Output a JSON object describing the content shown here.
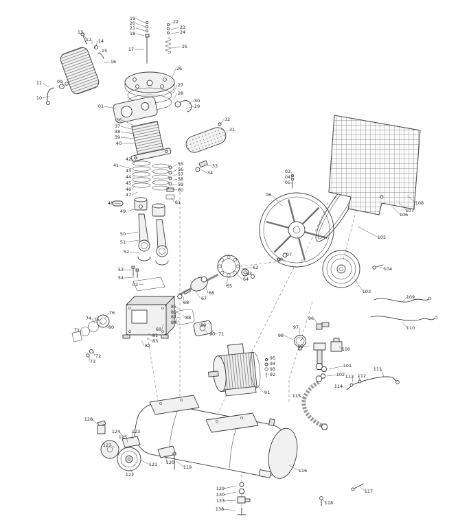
{
  "diagram": {
    "kind": "exploded-parts-diagram",
    "subject": "belt-driven air compressor"
  },
  "colors": {
    "line": "#3a3a3a",
    "label": "#222222",
    "dash": "#8a8a8a",
    "leader": "#555555",
    "background": "#ffffff"
  },
  "callouts": [
    [
      "13",
      117,
      47,
      126,
      60
    ],
    [
      "12",
      129,
      58,
      134,
      65
    ],
    [
      "14",
      147,
      60,
      139,
      70
    ],
    [
      "15",
      152,
      74,
      143,
      79
    ],
    [
      "16",
      165,
      90,
      151,
      92
    ],
    [
      "11",
      57,
      121,
      71,
      127
    ],
    [
      "09",
      87,
      119,
      90,
      127
    ],
    [
      "10",
      57,
      143,
      71,
      140
    ],
    [
      "19",
      193,
      27,
      211,
      33
    ],
    [
      "20",
      193,
      34,
      211,
      39
    ],
    [
      "21",
      193,
      41,
      211,
      45
    ],
    [
      "18",
      193,
      49,
      210,
      52
    ],
    [
      "17",
      191,
      72,
      210,
      72
    ],
    [
      "22",
      256,
      32,
      247,
      37
    ],
    [
      "23",
      266,
      40,
      249,
      43
    ],
    [
      "24",
      266,
      47,
      249,
      49
    ],
    [
      "25",
      269,
      68,
      250,
      70
    ],
    [
      "26",
      261,
      100,
      251,
      112
    ],
    [
      "27",
      263,
      124,
      252,
      136
    ],
    [
      "28",
      263,
      136,
      252,
      146
    ],
    [
      "01",
      147,
      155,
      169,
      158
    ],
    [
      "30",
      287,
      147,
      273,
      152
    ],
    [
      "29",
      287,
      155,
      271,
      158
    ],
    [
      "36",
      173,
      175,
      195,
      183
    ],
    [
      "37",
      171,
      184,
      195,
      189
    ],
    [
      "38",
      171,
      192,
      195,
      195
    ],
    [
      "39",
      171,
      200,
      195,
      202
    ],
    [
      "40",
      173,
      209,
      196,
      209
    ],
    [
      "32",
      331,
      174,
      321,
      181
    ],
    [
      "31",
      338,
      189,
      327,
      196
    ],
    [
      "33",
      313,
      242,
      300,
      240
    ],
    [
      "34",
      306,
      252,
      293,
      247
    ],
    [
      "42",
      187,
      232,
      197,
      238
    ],
    [
      "41",
      169,
      241,
      192,
      246
    ],
    [
      "43",
      187,
      249,
      196,
      251
    ],
    [
      "44",
      187,
      258,
      196,
      258
    ],
    [
      "45",
      187,
      267,
      196,
      264
    ],
    [
      "46",
      187,
      276,
      197,
      271
    ],
    [
      "47",
      187,
      284,
      200,
      280
    ],
    [
      "48",
      161,
      296,
      176,
      297
    ],
    [
      "49",
      179,
      308,
      195,
      305
    ],
    [
      "55",
      263,
      239,
      251,
      244
    ],
    [
      "56",
      263,
      247,
      251,
      251
    ],
    [
      "57",
      263,
      254,
      251,
      257
    ],
    [
      "58",
      263,
      261,
      251,
      263
    ],
    [
      "59",
      263,
      269,
      251,
      269
    ],
    [
      "60",
      263,
      277,
      250,
      276
    ],
    [
      "61",
      259,
      295,
      249,
      288
    ],
    [
      "50",
      179,
      341,
      201,
      338
    ],
    [
      "51",
      179,
      353,
      202,
      350
    ],
    [
      "52",
      184,
      367,
      202,
      368
    ],
    [
      "53",
      176,
      393,
      192,
      394
    ],
    [
      "54",
      176,
      405,
      196,
      404
    ],
    [
      "02",
      197,
      415,
      209,
      414
    ],
    [
      "62",
      372,
      390,
      352,
      392
    ],
    [
      "63",
      363,
      399,
      353,
      397
    ],
    [
      "64",
      358,
      407,
      345,
      400
    ],
    [
      "65",
      334,
      417,
      332,
      406
    ],
    [
      "66",
      308,
      427,
      300,
      417
    ],
    [
      "67",
      297,
      435,
      285,
      425
    ],
    [
      "68",
      271,
      441,
      268,
      433
    ],
    [
      "69",
      231,
      480,
      238,
      472
    ],
    [
      "85",
      253,
      447,
      261,
      452
    ],
    [
      "86",
      253,
      455,
      261,
      458
    ],
    [
      "87",
      253,
      462,
      261,
      463
    ],
    [
      "84",
      253,
      470,
      261,
      468
    ],
    [
      "88",
      274,
      463,
      267,
      459
    ],
    [
      "89",
      296,
      474,
      290,
      472
    ],
    [
      "90",
      309,
      487,
      298,
      481
    ],
    [
      "71",
      322,
      487,
      307,
      482
    ],
    [
      "76",
      163,
      456,
      153,
      464
    ],
    [
      "74",
      129,
      464,
      138,
      471
    ],
    [
      "75",
      141,
      466,
      145,
      472
    ],
    [
      "71",
      112,
      481,
      121,
      484
    ],
    [
      "80",
      162,
      477,
      154,
      479
    ],
    [
      "72",
      143,
      519,
      136,
      512
    ],
    [
      "73",
      135,
      527,
      130,
      517
    ],
    [
      "81",
      226,
      489,
      216,
      486
    ],
    [
      "82",
      215,
      504,
      206,
      496
    ],
    [
      "83",
      226,
      497,
      214,
      492
    ],
    [
      "06",
      391,
      284,
      411,
      300
    ],
    [
      "03",
      419,
      250,
      427,
      257
    ],
    [
      "04",
      419,
      258,
      427,
      262
    ],
    [
      "05",
      419,
      266,
      426,
      269
    ],
    [
      "07",
      421,
      371,
      415,
      372
    ],
    [
      "08",
      408,
      378,
      404,
      377
    ],
    [
      "105",
      556,
      346,
      521,
      330
    ],
    [
      "106",
      588,
      313,
      570,
      300
    ],
    [
      "107",
      597,
      307,
      581,
      295
    ],
    [
      "108",
      611,
      296,
      593,
      285
    ],
    [
      "103",
      534,
      425,
      516,
      406
    ],
    [
      "104",
      565,
      392,
      553,
      389
    ],
    [
      "109",
      598,
      433,
      586,
      440
    ],
    [
      "110",
      598,
      478,
      586,
      470
    ],
    [
      "91",
      389,
      572,
      373,
      560
    ],
    [
      "95",
      397,
      522,
      390,
      524
    ],
    [
      "94",
      397,
      530,
      390,
      531
    ],
    [
      "93",
      397,
      538,
      390,
      538
    ],
    [
      "92",
      397,
      546,
      390,
      545
    ],
    [
      "98",
      409,
      489,
      427,
      495
    ],
    [
      "96",
      453,
      464,
      462,
      472
    ],
    [
      "97",
      431,
      477,
      436,
      488
    ],
    [
      "99",
      438,
      505,
      451,
      504
    ],
    [
      "100",
      504,
      509,
      493,
      505
    ],
    [
      "101",
      506,
      533,
      479,
      538
    ],
    [
      "102",
      496,
      546,
      476,
      548
    ],
    [
      "111",
      550,
      538,
      559,
      549
    ],
    [
      "112",
      527,
      548,
      524,
      554
    ],
    [
      "113",
      509,
      549,
      513,
      557
    ],
    [
      "114",
      493,
      563,
      502,
      566
    ],
    [
      "115",
      432,
      577,
      445,
      583
    ],
    [
      "116",
      441,
      686,
      421,
      678
    ],
    [
      "117",
      537,
      716,
      525,
      710
    ],
    [
      "118",
      479,
      733,
      470,
      728
    ],
    [
      "119",
      273,
      681,
      257,
      672
    ],
    [
      "120",
      248,
      674,
      241,
      663
    ],
    [
      "121",
      223,
      677,
      206,
      671
    ],
    [
      "122",
      189,
      692,
      190,
      683
    ],
    [
      "123",
      198,
      629,
      193,
      640
    ],
    [
      "124",
      169,
      629,
      181,
      640
    ],
    [
      "125",
      179,
      637,
      186,
      645
    ],
    [
      "127",
      156,
      649,
      167,
      652
    ],
    [
      "128",
      129,
      611,
      142,
      618
    ],
    [
      "129",
      321,
      712,
      344,
      708
    ],
    [
      "130",
      321,
      721,
      344,
      717
    ],
    [
      "133",
      321,
      730,
      344,
      729
    ],
    [
      "138",
      320,
      742,
      343,
      744
    ]
  ]
}
